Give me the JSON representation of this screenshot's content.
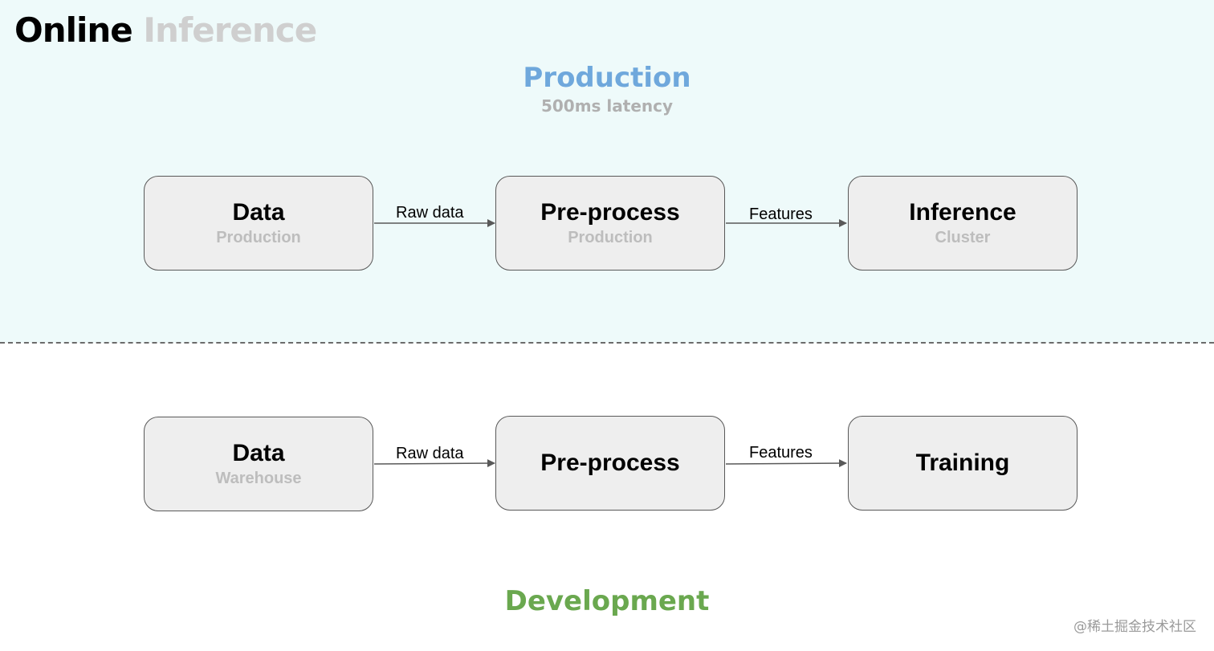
{
  "header": {
    "title_part1": "Online",
    "title_part2": "Inference"
  },
  "production": {
    "title": "Production",
    "subtitle": "500ms latency",
    "nodes": [
      {
        "title": "Data",
        "subtitle": "Production"
      },
      {
        "title": "Pre-process",
        "subtitle": "Production"
      },
      {
        "title": "Inference",
        "subtitle": "Cluster"
      }
    ],
    "edges": [
      "Raw data",
      "Features"
    ]
  },
  "development": {
    "title": "Development",
    "nodes": [
      {
        "title": "Data",
        "subtitle": "Warehouse"
      },
      {
        "title": "Pre-process"
      },
      {
        "title": "Training"
      }
    ],
    "edges": [
      "Raw data",
      "Features"
    ]
  },
  "watermark": "@稀土掘金技术社区",
  "colors": {
    "production_bg": "#eefafa",
    "production_title": "#6fa8dc",
    "development_title": "#6aa84f",
    "node_fill": "#eeeeee",
    "node_stroke": "#595959"
  }
}
